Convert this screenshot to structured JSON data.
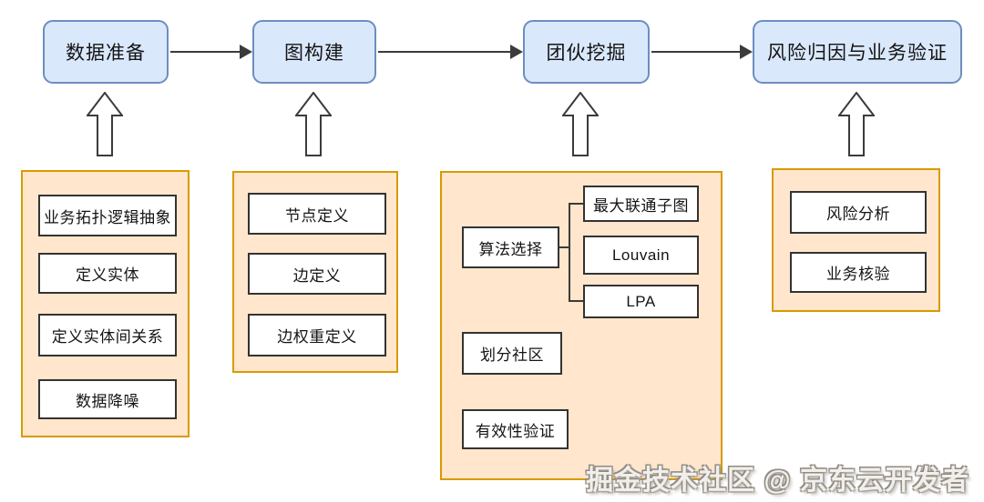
{
  "diagram": {
    "stages": [
      {
        "label": "数据准备"
      },
      {
        "label": "图构建"
      },
      {
        "label": "团伙挖掘"
      },
      {
        "label": "风险归因与业务验证"
      }
    ],
    "panels": {
      "data_prep": {
        "items": [
          "业务拓扑逻辑抽象",
          "定义实体",
          "定义实体间关系",
          "数据降噪"
        ]
      },
      "graph_build": {
        "items": [
          "节点定义",
          "边定义",
          "边权重定义"
        ]
      },
      "gang_mining": {
        "selector": "算法选择",
        "algorithms": [
          "最大联通子图",
          "Louvain",
          "LPA"
        ],
        "steps": [
          "划分社区",
          "有效性验证"
        ]
      },
      "risk_validation": {
        "items": [
          "风险分析",
          "业务核验"
        ]
      }
    }
  },
  "watermark": "掘金技术社区 @ 京东云开发者",
  "colors": {
    "stage_fill": "#dae8fc",
    "stage_border": "#6c8ebf",
    "panel_fill": "#ffe6cc",
    "panel_border": "#d79b00",
    "item_border": "#333333",
    "arrow": "#3b3b3b",
    "watermark_outline": "#8f8a83"
  }
}
